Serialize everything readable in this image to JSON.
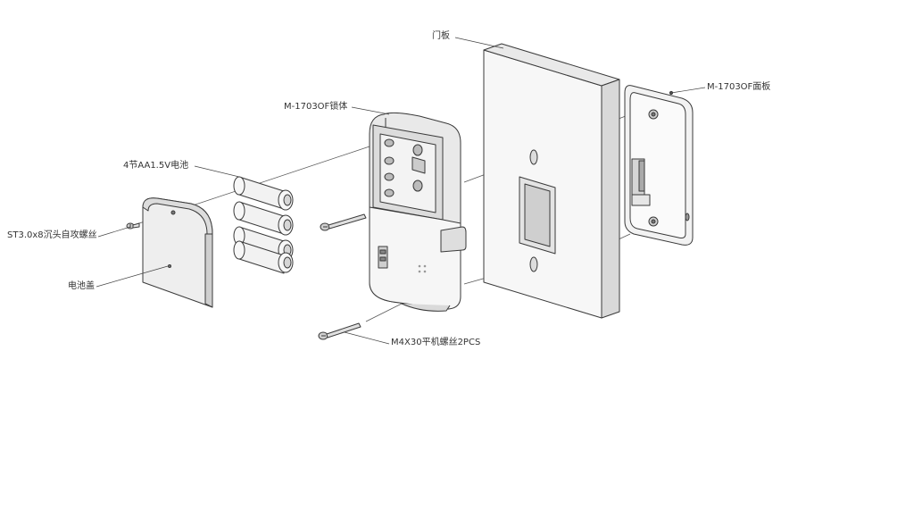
{
  "diagram": {
    "labels": {
      "door_panel": "门板",
      "outer_panel": "M-1703OF面板",
      "lock_body": "M-1703OF锁体",
      "batteries": "4节AA1.5V电池",
      "small_screw": "ST3.0x8沉头自攻螺丝",
      "battery_cover": "电池盖",
      "long_screw": "M4X30平机螺丝2PCS"
    },
    "colors": {
      "line": "#3a3a3a",
      "fill_light": "#f4f4f4",
      "fill_mid": "#e2e2e2",
      "fill_dark": "#bdbdbd"
    }
  }
}
